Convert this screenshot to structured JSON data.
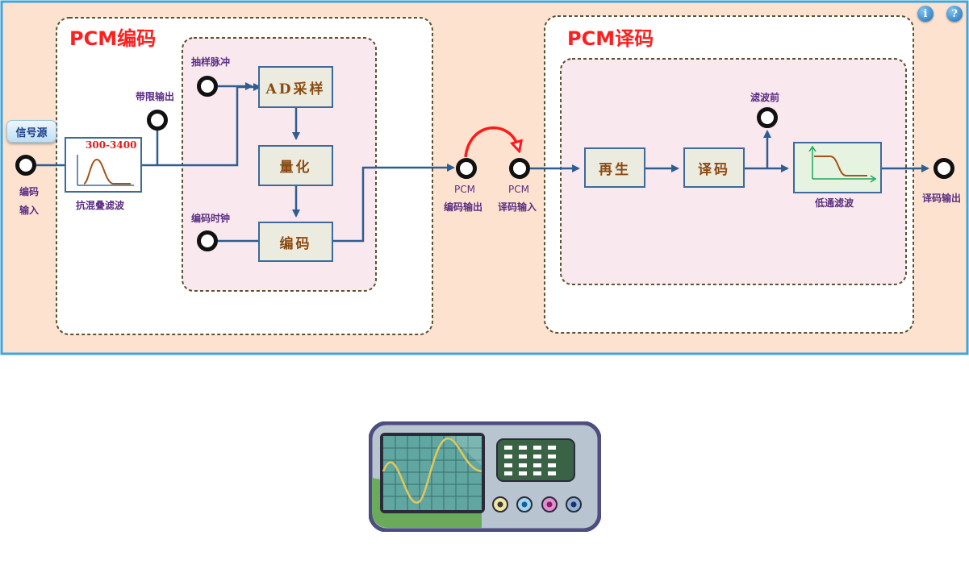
{
  "encoder": {
    "title": "PCM编码",
    "sample_pulse_label": "抽样脉冲",
    "band_limited_output_label": "带限输出",
    "encode_clock_label": "编码时钟",
    "encode_input_label_line1": "编码",
    "encode_input_label_line2": "输入",
    "anti_alias_filter_label": "抗混叠滤波",
    "filter_range_label": "300-3400",
    "blocks": {
      "ad_sample": "AD采样",
      "quantize": "量化",
      "encode": "编码"
    },
    "pcm_output_label_line1": "PCM",
    "pcm_output_label_line2": "编码输出"
  },
  "decoder": {
    "title": "PCM译码",
    "pcm_input_label_line1": "PCM",
    "pcm_input_label_line2": "译码输入",
    "pre_filter_label": "滤波前",
    "blocks": {
      "regen": "再生",
      "decode": "译码"
    },
    "lowpass_filter_label": "低通滤波",
    "decode_output_label": "译码输出"
  },
  "signal_source_button": "信号源",
  "icons": {
    "info": "info-icon",
    "help": "help-icon",
    "oscilloscope": "oscilloscope-icon"
  },
  "colors": {
    "panel_bg": "#fde3cf",
    "panel_border": "#3ea6dd",
    "title": "#ff1f1f",
    "wire": "#2e5d92",
    "loop_arrow": "#ff1a1a"
  }
}
